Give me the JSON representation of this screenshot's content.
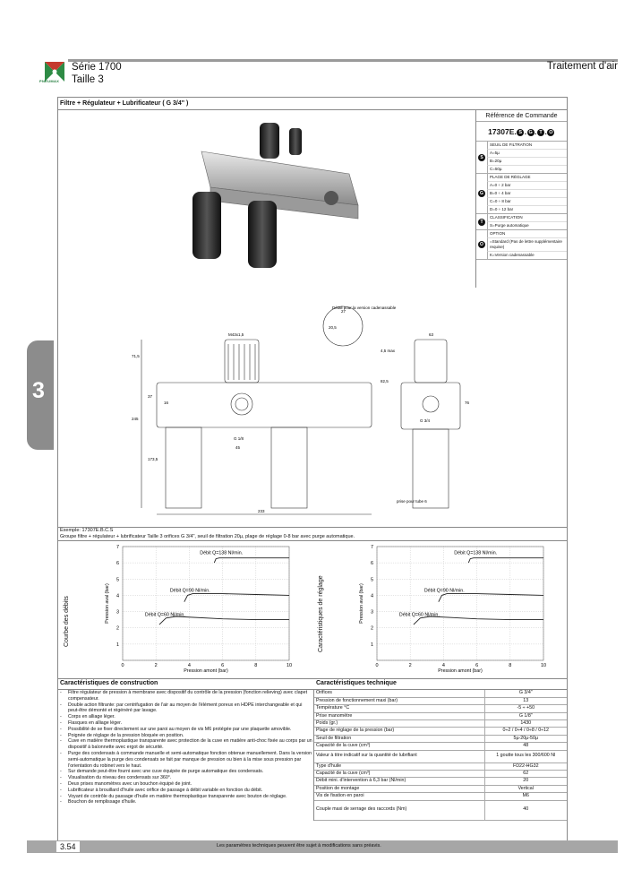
{
  "header": {
    "serie": "Série 1700",
    "taille": "Taille 3",
    "section": "Traitement d'air",
    "logo_text": "PNEUMAX"
  },
  "side_tab": "3",
  "title": "Filtre + Régulateur + Lubrificateur ( G 3/4\" )",
  "order": {
    "ref_title": "Référence de Commande",
    "code": "17307E.",
    "code_letters": [
      "S",
      "G",
      "T",
      "O"
    ],
    "groups": [
      {
        "letter": "S",
        "lines": [
          "SEUIL DE FILTRATION",
          "A=5µ",
          "B=20µ",
          "C=50µ"
        ]
      },
      {
        "letter": "G",
        "lines": [
          "PLAGE DE RÉGLAGE",
          "A=0 ÷ 2 bar",
          "B=0 ÷ 4 bar",
          "C=0 ÷ 8 bar",
          "D=0 ÷ 12 bar"
        ]
      },
      {
        "letter": "T",
        "lines": [
          "CLASSIFICATION",
          "S=Purge automatique"
        ]
      },
      {
        "letter": "O",
        "lines": [
          "OPTION",
          " =Standard (Pas de lettre supplémentaire requise)",
          "K=Version cadenassable"
        ]
      }
    ]
  },
  "drawing": {
    "dims": [
      "M43x1,5",
      "Détail pour la version cadenassable",
      "63",
      "71,5",
      "245",
      "37",
      "173,5",
      "16",
      "G 1/8",
      "45",
      "4,5 max",
      "82,5",
      "76",
      "G 3/4",
      "233",
      "prise pour tube 6",
      "27",
      "20,5"
    ]
  },
  "example": {
    "line1": "Exemple: 17307E.B.C.S",
    "line2": "Groupe filtre + régulateur + lubrificateur Taille 3 orifices G 3/4\", seuil de filtration 20µ, plage de réglage 0-8 bar avec purge automatique."
  },
  "charts": {
    "left_label": "Courbe des débits",
    "right_label": "Caractéristiques de réglage"
  },
  "chart_data": [
    {
      "type": "line",
      "xlabel": "Pression amont (bar)",
      "ylabel": "Pression aval (bar)",
      "xlim": [
        0,
        10
      ],
      "ylim": [
        0,
        7
      ],
      "xticks": [
        0,
        2,
        4,
        6,
        8,
        10
      ],
      "yticks": [
        1,
        2,
        3,
        4,
        5,
        6,
        7
      ],
      "grid": true,
      "series": [
        {
          "name": "Débit Q=138 Nl/min.",
          "x": [
            5.5,
            5.6,
            5.8,
            6.5,
            8,
            10
          ],
          "y": [
            6.0,
            6.25,
            6.3,
            6.3,
            6.3,
            6.3
          ]
        },
        {
          "name": "Débit Q=90 Nl/min.",
          "x": [
            3.7,
            3.9,
            4.2,
            6,
            8,
            10
          ],
          "y": [
            3.6,
            4.0,
            4.1,
            4.1,
            4.05,
            4.0
          ]
        },
        {
          "name": "Débit Q=60 Nl/min.",
          "x": [
            2.2,
            2.6,
            3.2,
            6,
            8,
            10
          ],
          "y": [
            2.2,
            2.6,
            2.7,
            2.55,
            2.5,
            2.5
          ]
        }
      ]
    },
    {
      "type": "line",
      "xlabel": "Pression amont (bar)",
      "ylabel": "Pression aval (bar)",
      "xlim": [
        0,
        10
      ],
      "ylim": [
        0,
        7
      ],
      "xticks": [
        0,
        2,
        4,
        6,
        8,
        10
      ],
      "yticks": [
        1,
        2,
        3,
        4,
        5,
        6,
        7
      ],
      "grid": true,
      "series": [
        {
          "name": "Débit Q=138 Nl/min.",
          "x": [
            5.5,
            5.6,
            5.8,
            6.5,
            8,
            10
          ],
          "y": [
            6.0,
            6.25,
            6.3,
            6.3,
            6.3,
            6.3
          ]
        },
        {
          "name": "Débit Q=90 Nl/min.",
          "x": [
            3.7,
            3.9,
            4.2,
            6,
            8,
            10
          ],
          "y": [
            3.6,
            4.0,
            4.1,
            4.1,
            4.05,
            4.0
          ]
        },
        {
          "name": "Débit Q=60 Nl/min.",
          "x": [
            2.2,
            2.6,
            3.2,
            6,
            8,
            10
          ],
          "y": [
            2.2,
            2.6,
            2.7,
            2.55,
            2.5,
            2.5
          ]
        }
      ]
    }
  ],
  "construction": {
    "title": "Caractéristiques de construction",
    "items": [
      "Filtre régulateur de pression à membrane avec dispositif du contrôle de la pression (fonction relieving) avec clapet compensateur.",
      "Double action filtrante: par centrifugation de l'air au moyen de l'élément poreux en HDPE interchangeable et qui peut-être démonté et régénéré par lavage.",
      "Corps en alliage léger.",
      "Flasques en alliage léger.",
      "Possibilité de se fixer directement sur une paroi au moyen de vis M6 protégée par une plaquette amovible.",
      "Poignée de réglage de la pression bloquée en position.",
      "Cuve en matière thermoplastique transparente avec protection de la cuve en matière anti-choc fixée au corps par un dispositif à baïonnette avec ergot de sécurité.",
      "Purge des condensats à commande manuelle et semi-automatique fonction obtenue manuellement. Dans la version semi-automatique la purge des condensats se fait par manque de pression ou bien à la mise sous pression par l'orientation du robinet vers le haut.",
      "Sur demande peut-être fourni avec une cuve équipée de purge automatique des condensats.",
      "Visualisation du niveau des condensats sur 360°.",
      "Deux prises manomètres avec un bouchon équipé de joint.",
      "Lubrificateur à brouillard d'huile avec orifice de passage à débit variable en fonction du débit.",
      "Voyant de contrôle du passage d'huile en matière thermoplastique transparente avec bouton de réglage.",
      "Bouchon de remplissage d'huile."
    ]
  },
  "technical": {
    "title": "Caractéristiques technique",
    "rows": [
      {
        "label": "Orifices",
        "value": "G 3/4\""
      },
      {
        "label": "Pression de fonctionnement maxi (bar)",
        "value": "13"
      },
      {
        "label": "Température °C",
        "value": "-5 ÷ +50"
      },
      {
        "label": "Prise manomètre",
        "value": "G 1/8\""
      },
      {
        "label": "Poids (gr.)",
        "value": "1430"
      },
      {
        "label": "Plage de réglage de la pression (bar)",
        "value": "0÷2 / 0÷4 / 0÷8 / 0÷12"
      },
      {
        "label": "Seuil de filtration",
        "value": "5µ-20µ-50µ"
      },
      {
        "label": "Capacité de la cuve (cm³)",
        "value": "48"
      },
      {
        "label": "Valeur à titre indicatif sur la quantité de lubrifiant",
        "value": "1 goutte tous les 300/600 Nl"
      },
      {
        "label": "Type d'huile",
        "value": "FD22-HG32"
      },
      {
        "label": "Capacité de la cuve (cm³)",
        "value": "62"
      },
      {
        "label": "Débit mini. d'intervention à 6,3 bar (Nl/min)",
        "value": "20"
      },
      {
        "label": "Position de montage",
        "value": "Vertical"
      },
      {
        "label": "Vis de fixation en paroi",
        "value": "M6"
      },
      {
        "label": "Couple maxi de serrage des raccords (Nm)",
        "value": "40"
      }
    ]
  },
  "footer": {
    "page": "3.54",
    "note": "Les paramètres techniques peuvent être sujet à modifications sans préavis."
  }
}
